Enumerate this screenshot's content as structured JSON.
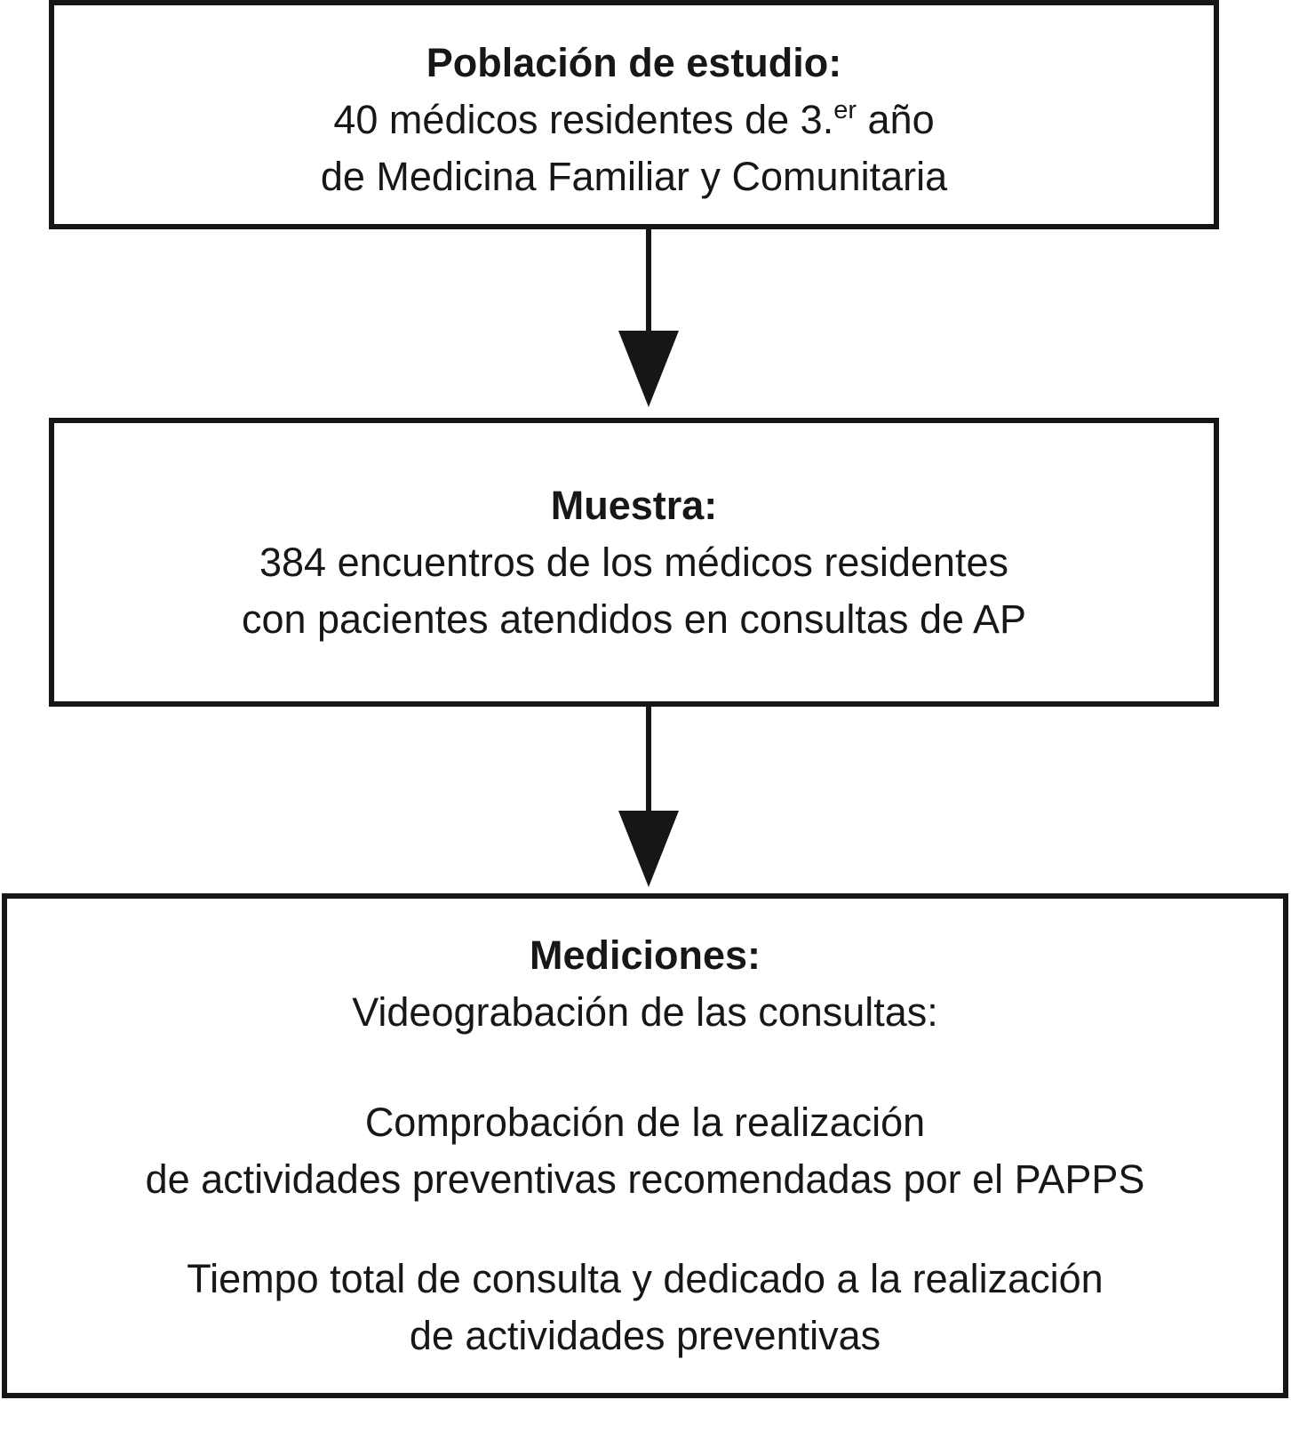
{
  "diagram": {
    "type": "flowchart",
    "colors": {
      "ink": "#161616",
      "background": "#ffffff"
    },
    "box1": {
      "title": "Población de estudio:",
      "line1_prefix": "40 médicos residentes de 3.",
      "line1_sup": "er",
      "line1_suffix": " año",
      "line2": "de Medicina Familiar y Comunitaria"
    },
    "box2": {
      "title": "Muestra:",
      "line1": "384 encuentros de los médicos residentes",
      "line2": "con pacientes atendidos en consultas de AP"
    },
    "box3": {
      "title": "Mediciones:",
      "line1": "Videograbación de las consultas:",
      "para2_line1": "Comprobación de la realización",
      "para2_line2": "de actividades preventivas recomendadas por el PAPPS",
      "para3_line1": "Tiempo total de consulta y dedicado a la realización",
      "para3_line2": "de actividades preventivas"
    }
  }
}
